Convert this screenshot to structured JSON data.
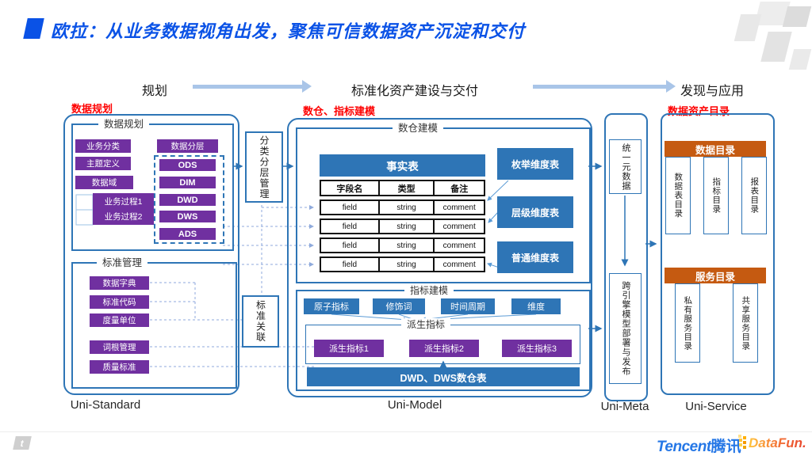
{
  "title": "欧拉：从业务数据视角出发，聚焦可信数据资产沉淀和交付",
  "phases": {
    "p1": "规划",
    "p2": "标准化资产建设与交付",
    "p3": "发现与应用"
  },
  "planning": {
    "label": "数据规划",
    "box_title": "数据规划",
    "items": [
      "业务分类",
      "主题定义",
      "数据域"
    ],
    "process": [
      "业务过程1",
      "业务过程2"
    ],
    "layer_header": "数据分层",
    "layers": [
      "ODS",
      "DIM",
      "DWD",
      "DWS",
      "ADS"
    ],
    "standard": {
      "title": "标准管理",
      "items": [
        "数据字典",
        "标准代码",
        "度量单位",
        "词根管理",
        "质量标准"
      ]
    },
    "footer": "Uni-Standard"
  },
  "connectors": {
    "classify": "分类分层管理",
    "standard_link": "标准关联"
  },
  "model": {
    "label": "数仓、指标建模",
    "warehouse_title": "数仓建模",
    "fact": {
      "title": "事实表",
      "columns": [
        "字段名",
        "类型",
        "备注"
      ],
      "rows": [
        [
          "field",
          "string",
          "comment"
        ],
        [
          "field",
          "string",
          "comment"
        ],
        [
          "field",
          "string",
          "comment"
        ],
        [
          "field",
          "string",
          "comment"
        ]
      ]
    },
    "dims": [
      "枚举维度表",
      "层级维度表",
      "普通维度表"
    ],
    "metric_title": "指标建模",
    "components": [
      "原子指标",
      "修饰词",
      "时间周期",
      "维度"
    ],
    "derived": {
      "title": "派生指标",
      "items": [
        "派生指标1",
        "派生指标2",
        "派生指标3"
      ]
    },
    "dw_bar": "DWD、DWS数仓表",
    "footer": "Uni-Model"
  },
  "meta": {
    "unified": "统一元数据",
    "cross": "跨引擎模型部署与发布",
    "footer": "Uni-Meta"
  },
  "catalog": {
    "label": "数据资产目录",
    "data_title": "数据目录",
    "data_items": [
      "数据表目录",
      "指标目录",
      "报表目录"
    ],
    "service_title": "服务目录",
    "service_items": [
      "私有服务目录",
      "共享服务目录"
    ],
    "footer": "Uni-Service"
  },
  "footer": {
    "tencent_en": "Tencent",
    "tencent_cn": "腾讯",
    "datafun": "DataFun.",
    "watermark": "t"
  },
  "colors": {
    "accent_blue": "#2e75b6",
    "purple": "#7030a0",
    "orange": "#c55a11",
    "title_blue": "#0a52e6",
    "label_red": "#fe0000",
    "arrow_light": "#a9c5e8",
    "dashed_line": "#8faadc"
  }
}
